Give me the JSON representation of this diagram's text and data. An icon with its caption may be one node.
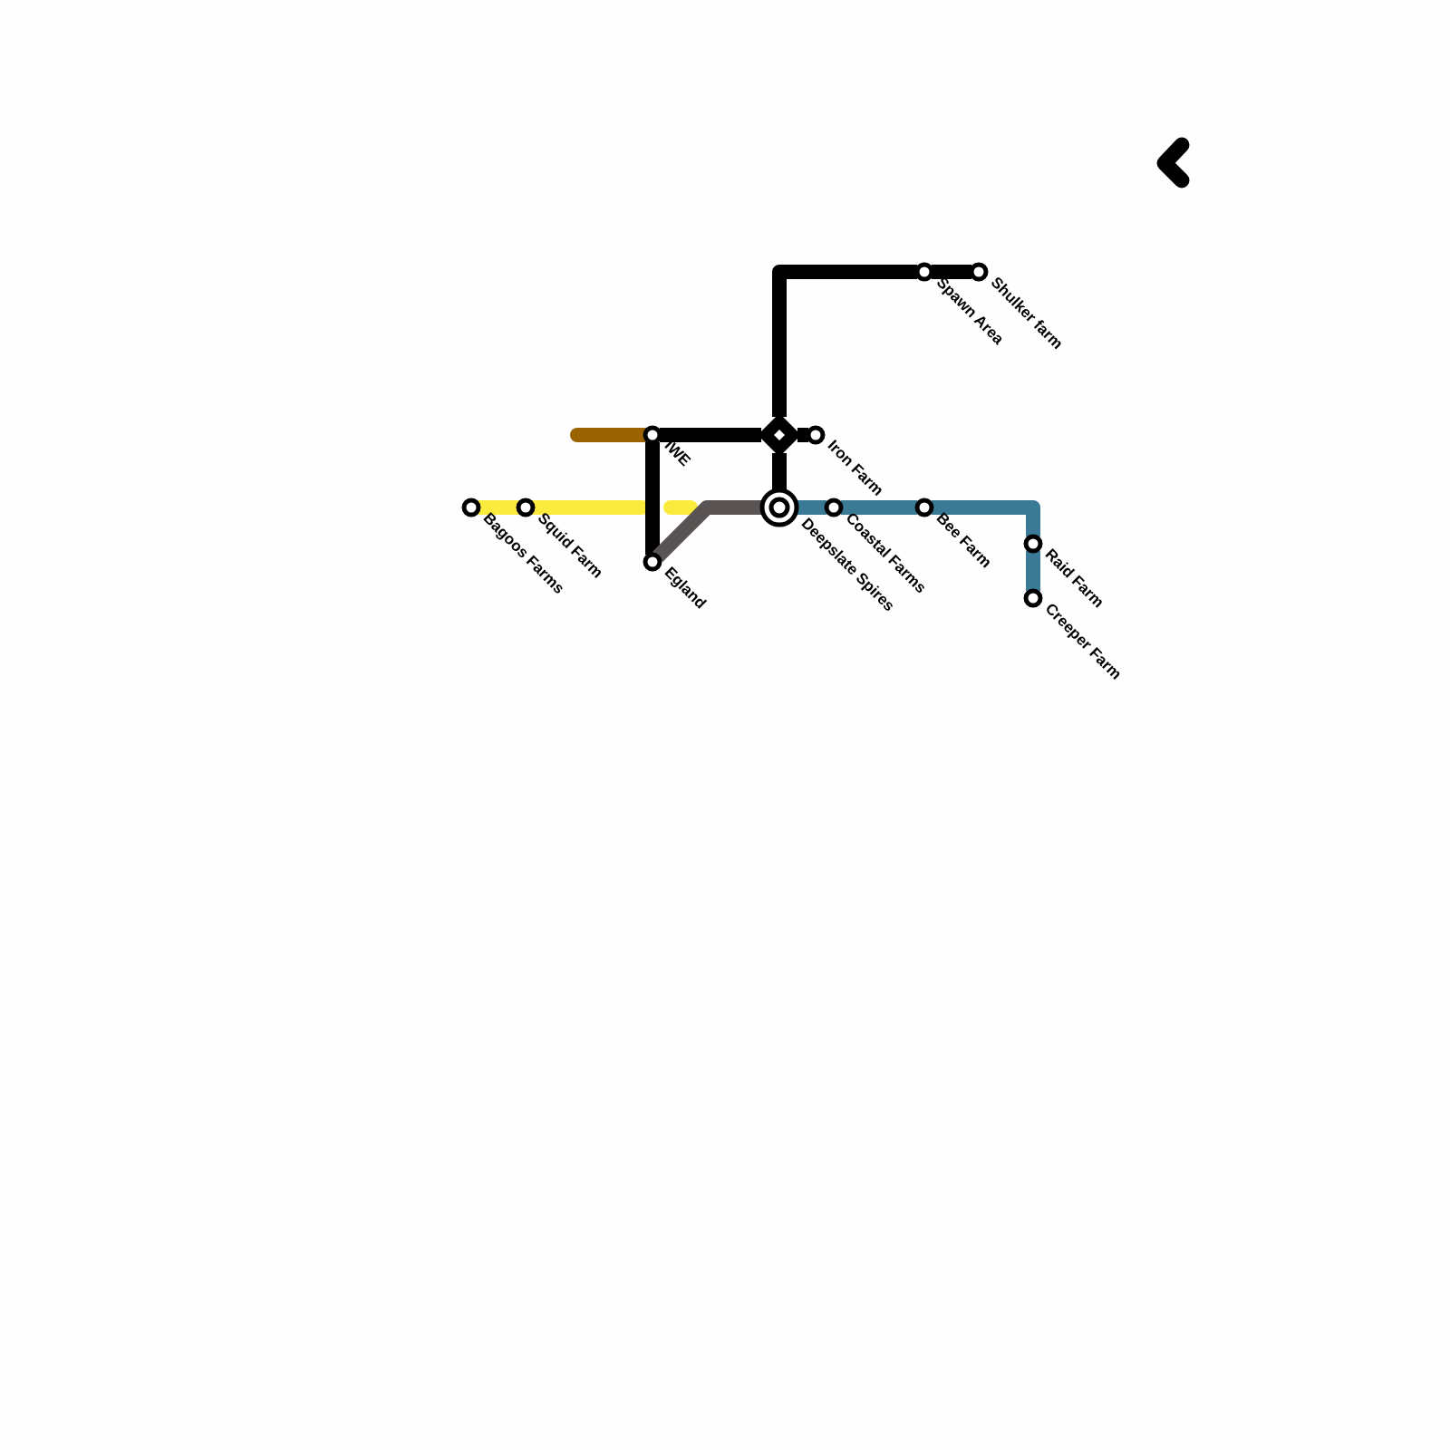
{
  "diagram": {
    "nodes": [
      {
        "text": [
          "Bagoos Farms"
        ]
      },
      {
        "text": [
          "Squid Farm"
        ]
      },
      {
        "text": [
          "IWE"
        ]
      },
      {
        "text": [
          "Egland"
        ]
      },
      {
        "text": [],
        "shape": "diamond"
      },
      {
        "text": [
          "Iron Farm"
        ]
      },
      {
        "text": [
          "Deepslate Spires"
        ]
      },
      {
        "text": [
          "Coastal Farms"
        ]
      },
      {
        "text": [
          "Bee Farm"
        ]
      },
      {
        "text": [
          "Raid Farm"
        ]
      },
      {
        "text": [
          "Creeper Farm"
        ]
      },
      {
        "text": [
          "Spawn Area"
        ]
      },
      {
        "text": [
          "Shulker farm"
        ]
      }
    ],
    "edges": [
      {
        "from": 0,
        "to": 1,
        "arrow": "none",
        "color": "#fbeb3d"
      },
      {
        "from": 1,
        "to": null,
        "arrow": "none",
        "color": "#fbeb3d"
      },
      {
        "from": null,
        "to": 2,
        "arrow": "none",
        "color": "#9a6200"
      },
      {
        "from": 2,
        "to": 4,
        "arrow": "none"
      },
      {
        "from": 4,
        "to": 5,
        "arrow": "none"
      },
      {
        "from": 2,
        "to": 3,
        "arrow": "none"
      },
      {
        "from": 4,
        "to": 11,
        "arrow": "none"
      },
      {
        "from": 11,
        "to": 12,
        "arrow": "none"
      },
      {
        "from": 4,
        "to": 6,
        "arrow": "none"
      },
      {
        "from": 3,
        "to": 6,
        "arrow": "none",
        "color": "#595354"
      },
      {
        "from": 6,
        "to": 7,
        "arrow": "none",
        "color": "#3a7a94"
      },
      {
        "from": 7,
        "to": 8,
        "arrow": "none",
        "color": "#3a7a94"
      },
      {
        "from": 8,
        "to": 9,
        "arrow": "none",
        "color": "#3a7a94"
      },
      {
        "from": 9,
        "to": 10,
        "arrow": "none",
        "color": "#3a7a94"
      }
    ]
  }
}
